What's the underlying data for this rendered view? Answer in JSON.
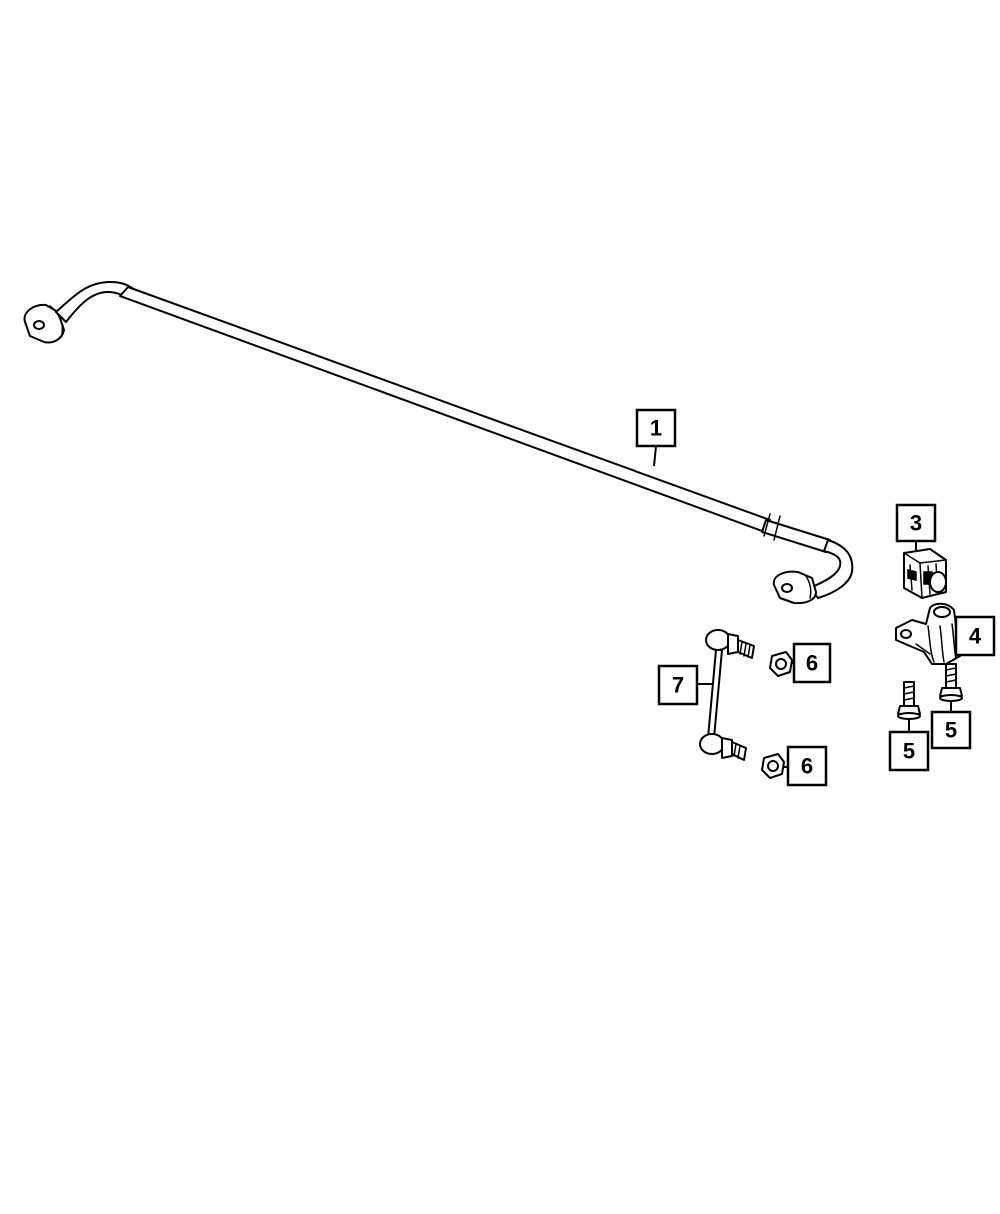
{
  "diagram": {
    "callouts": [
      {
        "id": "1",
        "label": "1",
        "part": "sway-bar"
      },
      {
        "id": "3",
        "label": "3",
        "part": "bushing"
      },
      {
        "id": "4",
        "label": "4",
        "part": "bushing-retainer"
      },
      {
        "id": "5a",
        "label": "5",
        "part": "bolt-left"
      },
      {
        "id": "5b",
        "label": "5",
        "part": "bolt-right"
      },
      {
        "id": "6a",
        "label": "6",
        "part": "nut-upper"
      },
      {
        "id": "6b",
        "label": "6",
        "part": "nut-lower"
      },
      {
        "id": "7",
        "label": "7",
        "part": "sway-bar-link"
      }
    ],
    "colors": {
      "line": "#000000",
      "background": "#ffffff"
    }
  }
}
